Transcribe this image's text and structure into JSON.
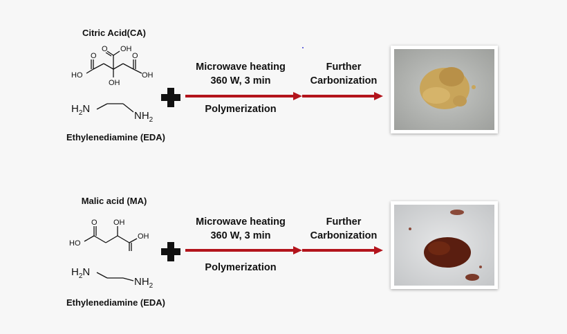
{
  "rows": [
    {
      "acid_name": "Citric Acid(CA)",
      "amine_name": "Ethylenediamine (EDA)",
      "step1_line1": "Microwave heating",
      "step1_line2": "360 W, 3 min",
      "step1_sub": "Polymerization",
      "step2_line1": "Further",
      "step2_line2": "Carbonization",
      "product_color": "#c9a55a"
    },
    {
      "acid_name": "Malic acid (MA)",
      "amine_name": "Ethylenediamine (EDA)",
      "step1_line1": "Microwave heating",
      "step1_line2": "360 W, 3 min",
      "step1_sub": "Polymerization",
      "step2_line1": "Further",
      "step2_line2": "Carbonization",
      "product_color": "#5a1e10"
    }
  ],
  "atoms": {
    "oh": "OH",
    "ho": "HO",
    "o": "O",
    "h": "H",
    "n": "N",
    "nh": "NH",
    "sub2": "2"
  },
  "colors": {
    "arrow": "#b3141c",
    "plus": "#111111"
  }
}
